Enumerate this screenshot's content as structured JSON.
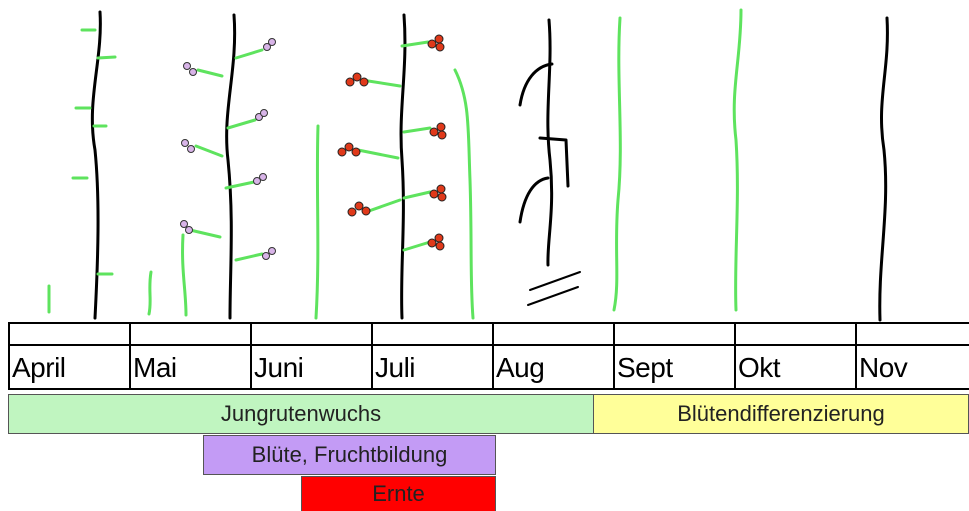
{
  "months": [
    "April",
    "Mai",
    "Juni",
    "Juli",
    "Aug",
    "Sept",
    "Okt",
    "Nov"
  ],
  "phases": [
    {
      "label": "Jungrutenwuchs",
      "color": "#c0f5c0"
    },
    {
      "label": "Blütendifferenzierung",
      "color": "#ffff99"
    },
    {
      "label": "Blüte, Fruchtbildung",
      "color": "#c39bf5"
    },
    {
      "label": "Ernte",
      "color": "#ff0000"
    }
  ],
  "colors": {
    "old_cane": "#000000",
    "young_cane": "#5ee35e",
    "flower": "#d8b4e8",
    "fruit": "#e0391a"
  }
}
